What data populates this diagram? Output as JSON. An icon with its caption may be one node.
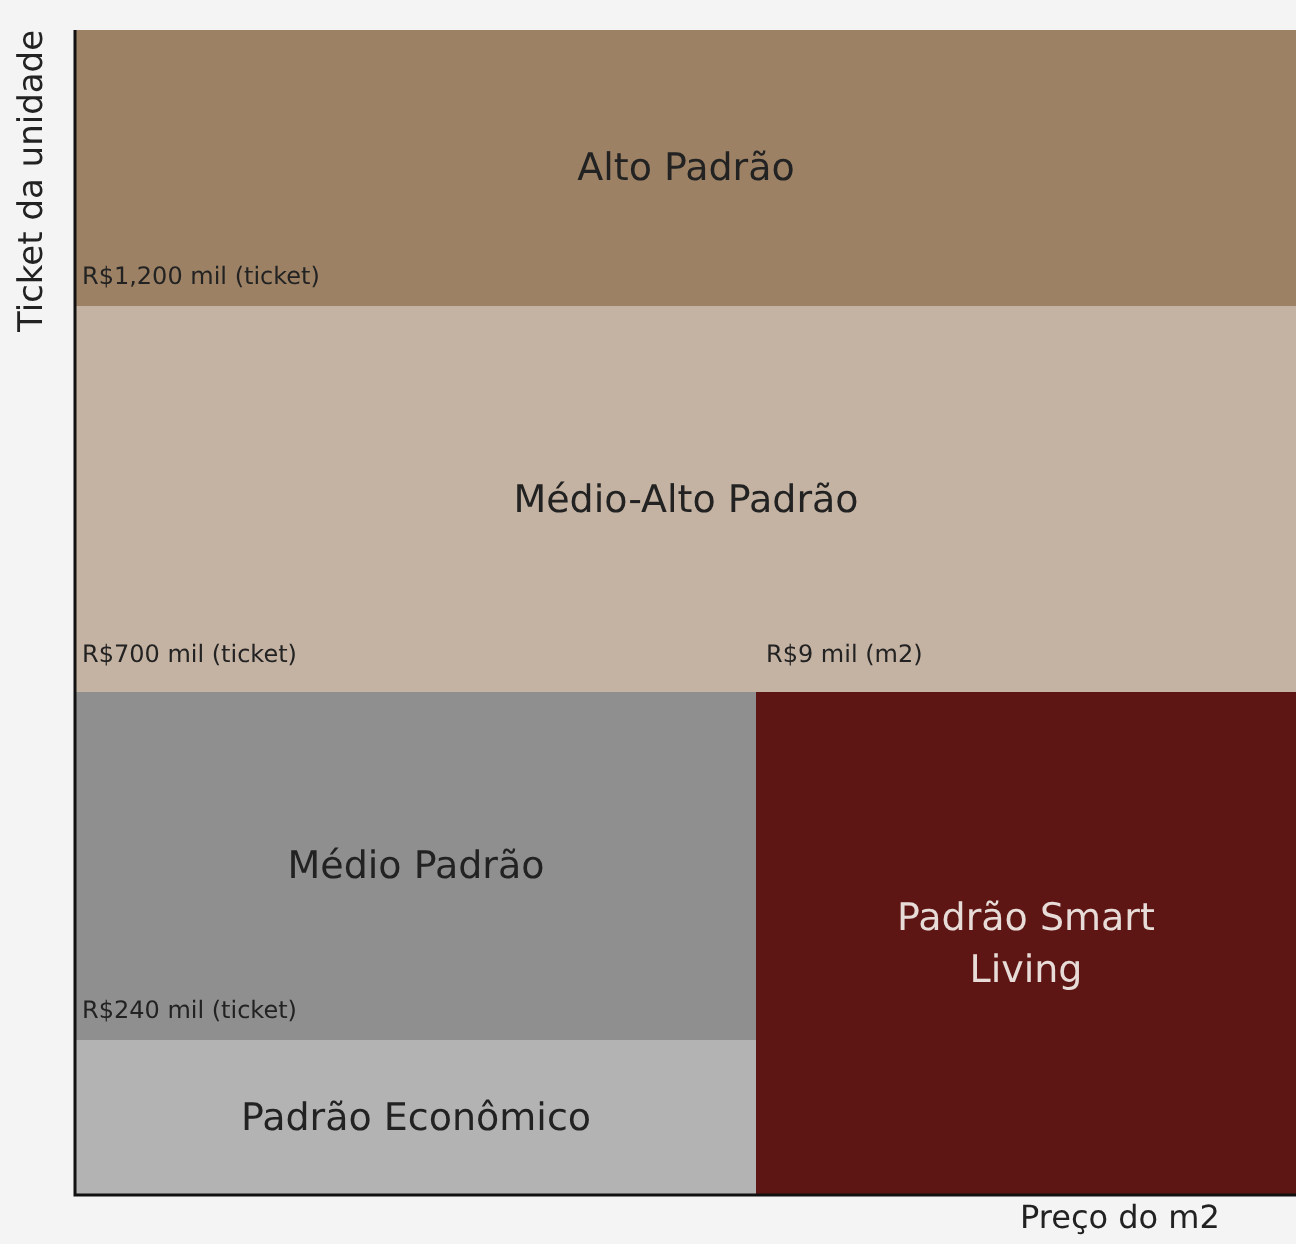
{
  "diagram": {
    "nodes": [
      {
        "text": [
          "Alto Padrão"
        ]
      },
      {
        "text": [
          "Médio-Alto Padrão"
        ]
      },
      {
        "text": [
          "Médio Padrão"
        ]
      },
      {
        "text": [
          "Padrão Econômico"
        ]
      },
      {
        "text": [
          "Padrão Smart Living"
        ]
      }
    ],
    "labels": [
      "Ticket da unidade",
      "R$1,200 mil (ticket)",
      "R$700 mil (ticket)",
      "R$9 mil (m2)",
      "R$240 mil (ticket)",
      "Preço do m2"
    ]
  }
}
